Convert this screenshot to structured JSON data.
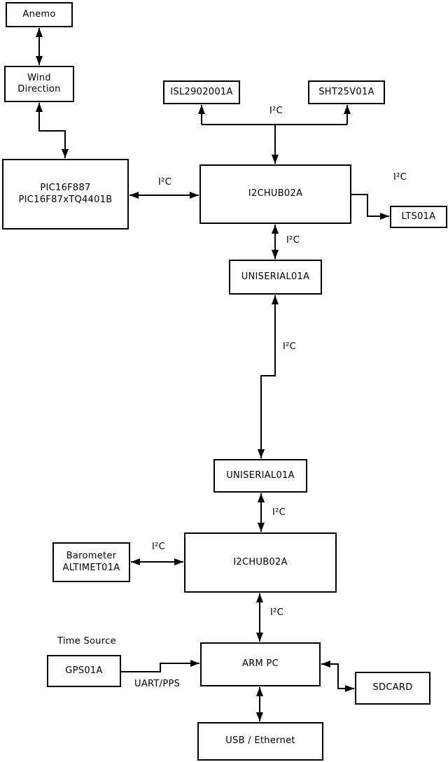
{
  "diagram": {
    "colors": {
      "background": "#ffffff",
      "stroke": "#000000",
      "text": "#000000"
    },
    "labels": {
      "i2c": "I²C",
      "time_source": "Time Source",
      "uart_pps": "UART/PPS"
    },
    "nodes": [
      {
        "id": "anemo",
        "label": "Anemo"
      },
      {
        "id": "wind-direction",
        "label": "Wind\nDirection"
      },
      {
        "id": "pic",
        "label": "PIC16F887\nPIC16F87xTQ4401B"
      },
      {
        "id": "isl2902001a",
        "label": "ISL2902001A"
      },
      {
        "id": "sht25v01a",
        "label": "SHT25V01A"
      },
      {
        "id": "i2chub02a-top",
        "label": "I2CHUB02A"
      },
      {
        "id": "lts01a",
        "label": "LTS01A"
      },
      {
        "id": "uniserial01a-top",
        "label": "UNISERIAL01A"
      },
      {
        "id": "uniserial01a-bottom",
        "label": "UNISERIAL01A"
      },
      {
        "id": "barometer",
        "label": "Barometer\nALTIMET01A"
      },
      {
        "id": "i2chub02a-bottom",
        "label": "I2CHUB02A"
      },
      {
        "id": "gps01a",
        "label": "GPS01A"
      },
      {
        "id": "arm-pc",
        "label": "ARM PC"
      },
      {
        "id": "sdcard",
        "label": "SDCARD"
      },
      {
        "id": "usb-ethernet",
        "label": "USB / Ethernet"
      }
    ],
    "edges": [
      {
        "from": "Anemo",
        "to": "Wind Direction",
        "label": "",
        "arrows": "both"
      },
      {
        "from": "Wind Direction",
        "to": "PIC16F887 PIC16F87xTQ4401B",
        "label": "",
        "arrows": "both"
      },
      {
        "from": "PIC16F887 PIC16F87xTQ4401B",
        "to": "I2CHUB02A (top)",
        "label": "I²C",
        "arrows": "both"
      },
      {
        "from": "I2CHUB02A (top)",
        "to": "ISL2902001A",
        "label": "I²C",
        "arrows": "both"
      },
      {
        "from": "I2CHUB02A (top)",
        "to": "SHT25V01A",
        "label": "I²C",
        "arrows": "both"
      },
      {
        "from": "I2CHUB02A (top)",
        "to": "LTS01A",
        "label": "I²C",
        "arrows": "both"
      },
      {
        "from": "I2CHUB02A (top)",
        "to": "UNISERIAL01A (top)",
        "label": "I²C",
        "arrows": "both"
      },
      {
        "from": "UNISERIAL01A (top)",
        "to": "UNISERIAL01A (bottom)",
        "label": "I²C",
        "arrows": "both"
      },
      {
        "from": "UNISERIAL01A (bottom)",
        "to": "I2CHUB02A (bottom)",
        "label": "I²C",
        "arrows": "both"
      },
      {
        "from": "Barometer ALTIMET01A",
        "to": "I2CHUB02A (bottom)",
        "label": "I²C",
        "arrows": "both"
      },
      {
        "from": "I2CHUB02A (bottom)",
        "to": "ARM PC",
        "label": "I²C",
        "arrows": "both"
      },
      {
        "from": "GPS01A",
        "to": "ARM PC",
        "label": "UART/PPS",
        "arrows": "to"
      },
      {
        "from": "ARM PC",
        "to": "SDCARD",
        "label": "",
        "arrows": "both"
      },
      {
        "from": "ARM PC",
        "to": "USB / Ethernet",
        "label": "",
        "arrows": "both"
      }
    ]
  }
}
